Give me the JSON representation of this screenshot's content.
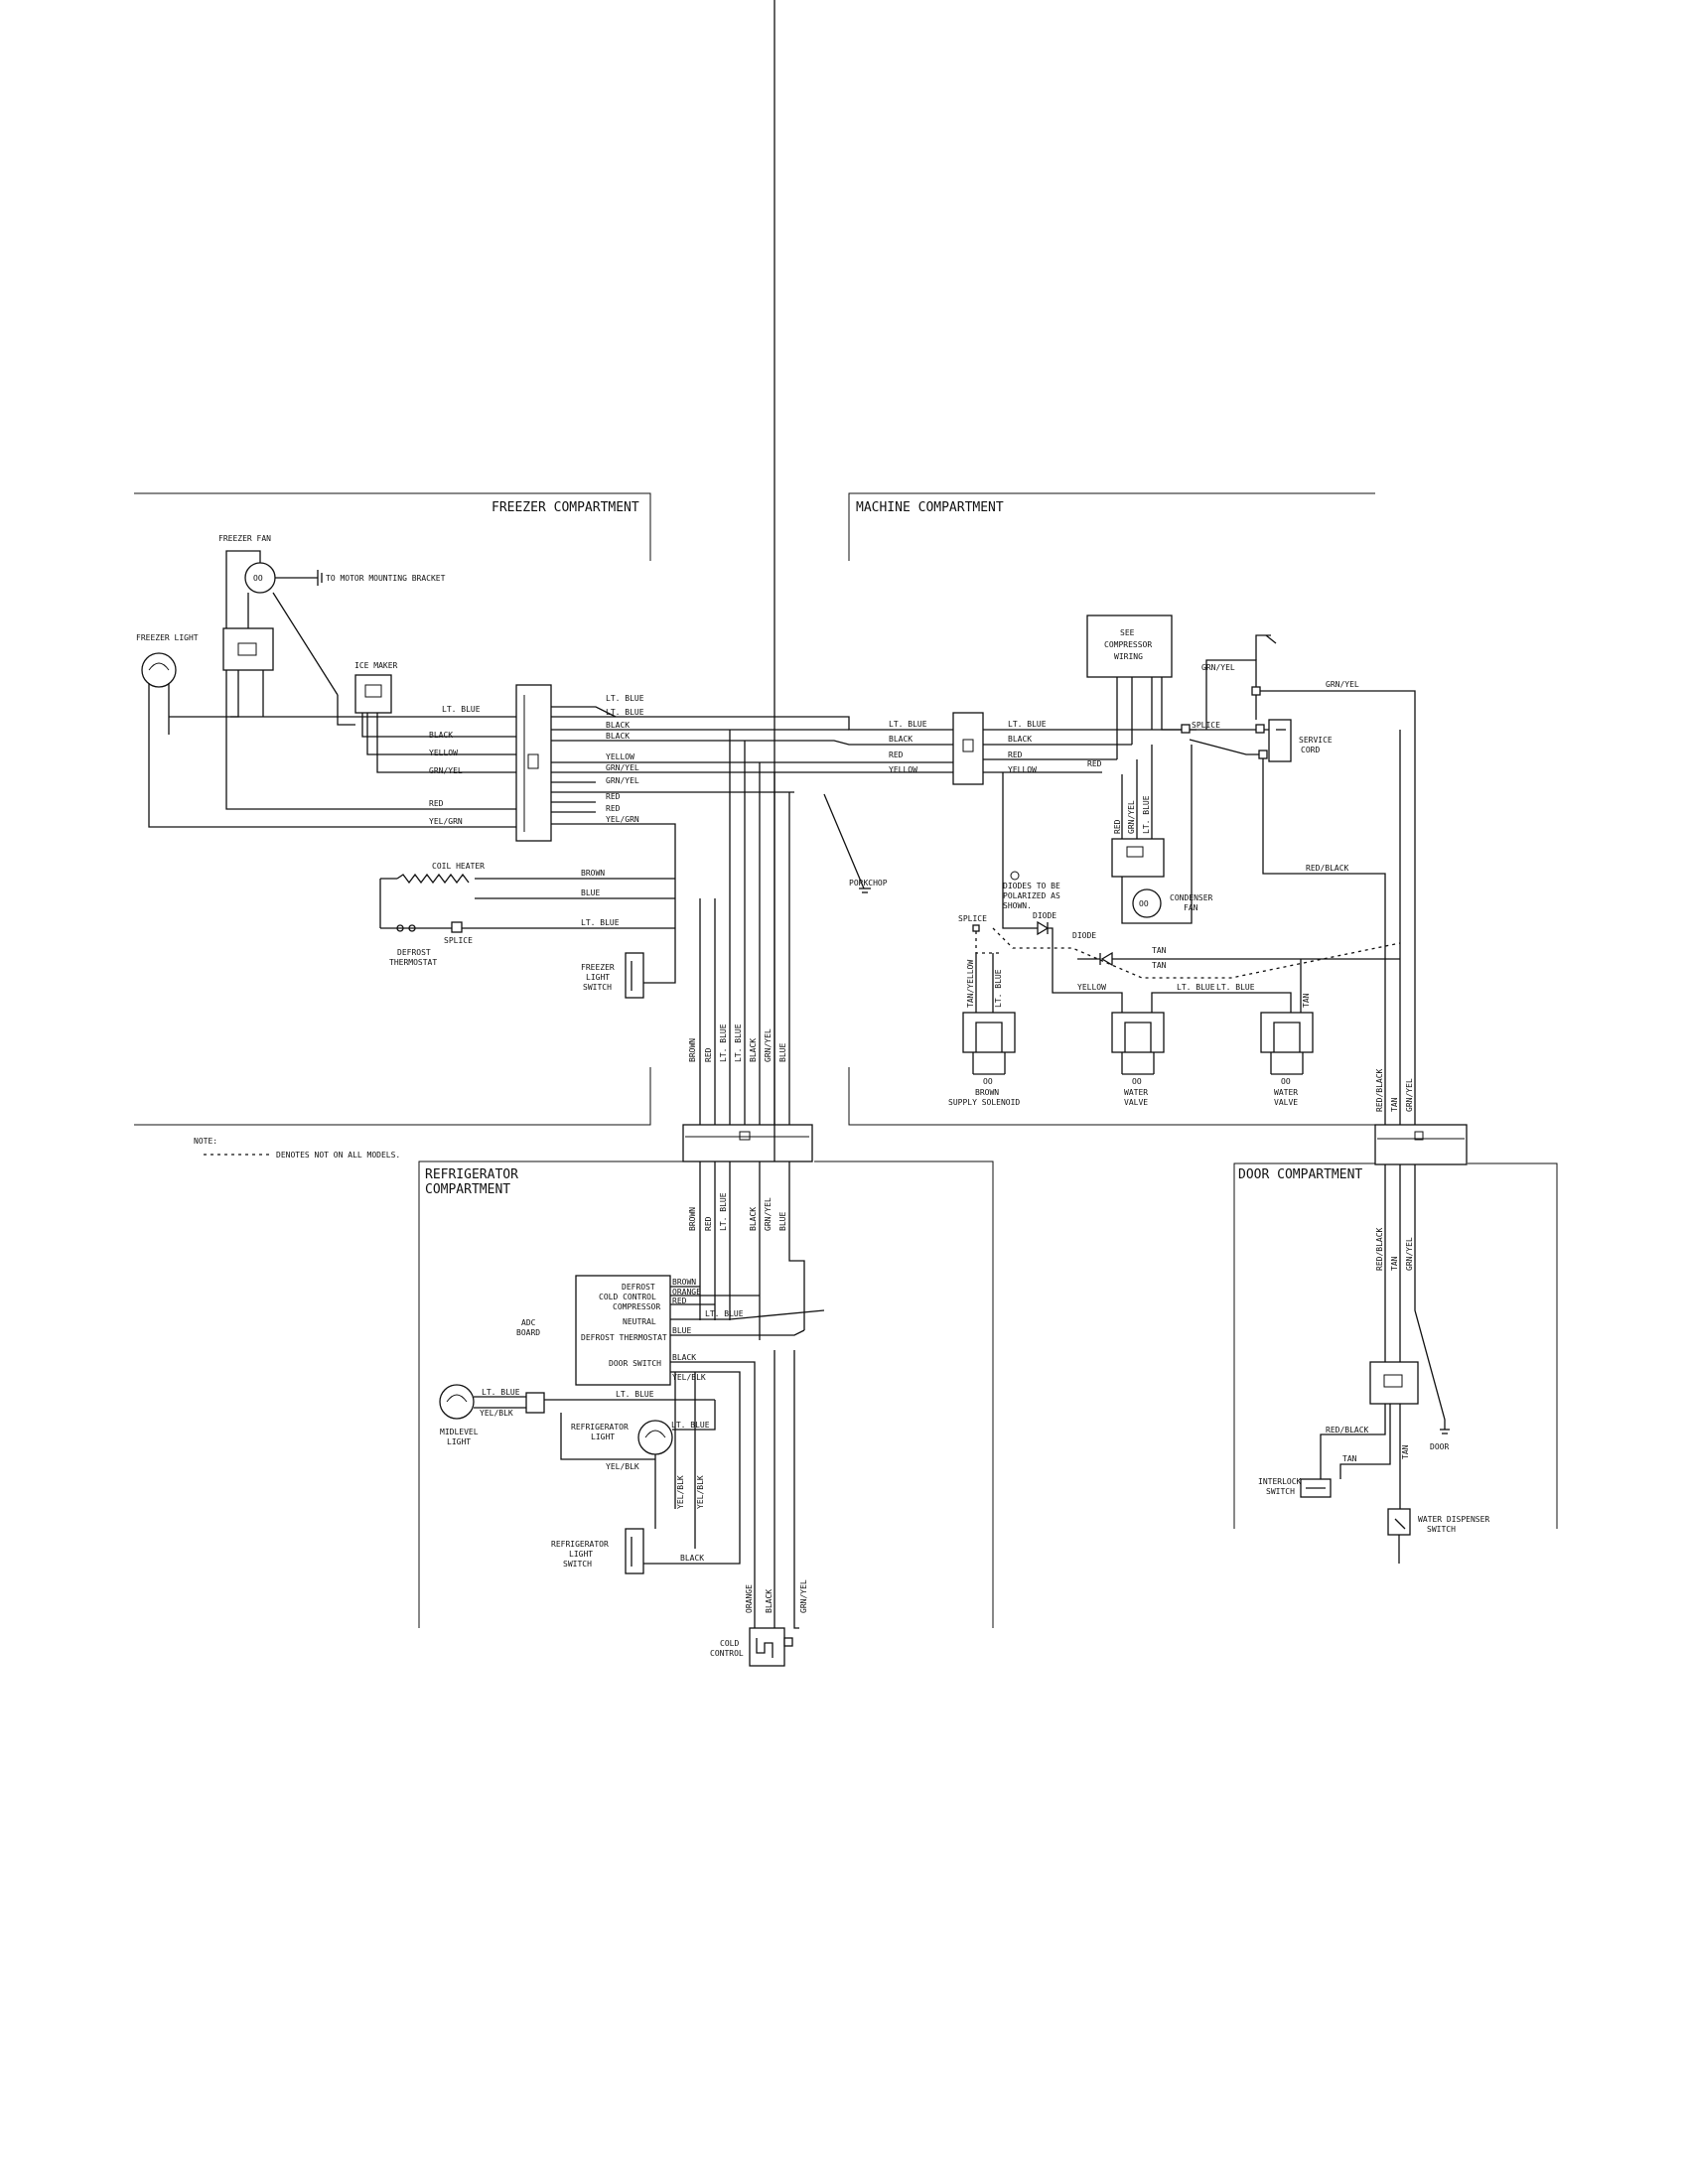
{
  "sections": {
    "freezer": "FREEZER COMPARTMENT",
    "machine": "MACHINE COMPARTMENT",
    "refrigerator_1": "REFRIGERATOR",
    "refrigerator_2": "COMPARTMENT",
    "door": "DOOR COMPARTMENT"
  },
  "note": {
    "title": "NOTE:",
    "text": "DENOTES NOT ON ALL MODELS."
  },
  "components": {
    "freezer_fan": "FREEZER FAN",
    "motor_bracket": "TO MOTOR MOUNTING BRACKET",
    "freezer_light": "FREEZER LIGHT",
    "ice_maker": "ICE MAKER",
    "coil_heater": "COIL HEATER",
    "splice": "SPLICE",
    "defrost_thermostat_1": "DEFROST",
    "defrost_thermostat_2": "THERMOSTAT",
    "freezer_light_switch_1": "FREEZER",
    "freezer_light_switch_2": "LIGHT",
    "freezer_light_switch_3": "SWITCH",
    "porkchop": "PORKCHOP",
    "compressor_1": "SEE",
    "compressor_2": "COMPRESSOR",
    "compressor_3": "WIRING",
    "service_cord_1": "SERVICE",
    "service_cord_2": "CORD",
    "condenser_fan_1": "CONDENSER",
    "condenser_fan_2": "FAN",
    "diodes_note_1": "DIODES TO BE",
    "diodes_note_2": "POLARIZED AS",
    "diodes_note_3": "SHOWN.",
    "diode_1": "DIODE",
    "diode_2": "DIODE",
    "splice_machine": "SPLICE",
    "splice_left": "SPLICE",
    "supply_solenoid_1": "BROWN",
    "supply_solenoid_2": "SUPPLY SOLENOID",
    "water_valve_1a": "WATER",
    "water_valve_1b": "VALVE",
    "water_valve_2a": "WATER",
    "water_valve_2b": "VALVE",
    "adc_board_1": "ADC",
    "adc_board_2": "BOARD",
    "midlevel_light_1": "MIDLEVEL",
    "midlevel_light_2": "LIGHT",
    "refrigerator_light_1": "REFRIGERATOR",
    "refrigerator_light_2": "LIGHT",
    "refrigerator_light_switch_1": "REFRIGERATOR",
    "refrigerator_light_switch_2": "LIGHT",
    "refrigerator_light_switch_3": "SWITCH",
    "cold_control_1": "COLD",
    "cold_control_2": "CONTROL",
    "interlock_switch_1": "INTERLOCK",
    "interlock_switch_2": "SWITCH",
    "water_dispenser_1": "WATER DISPENSER",
    "water_dispenser_2": "SWITCH",
    "door_ground": "DOOR"
  },
  "adc_pins": [
    "DEFROST",
    "COLD CONTROL",
    "COMPRESSOR",
    "NEUTRAL",
    "DEFROST THERMOSTAT",
    "DOOR SWITCH"
  ],
  "wires": {
    "lt_blue": "LT. BLUE",
    "black": "BLACK",
    "yellow": "YELLOW",
    "grn_yel": "GRN/YEL",
    "red": "RED",
    "yel_grn": "YEL/GRN",
    "brown": "BROWN",
    "blue": "BLUE",
    "orange": "ORANGE",
    "tan": "TAN",
    "tan_yellow": "TAN/YELLOW",
    "red_black": "RED/BLACK",
    "yel_blk": "YEL/BLK"
  }
}
